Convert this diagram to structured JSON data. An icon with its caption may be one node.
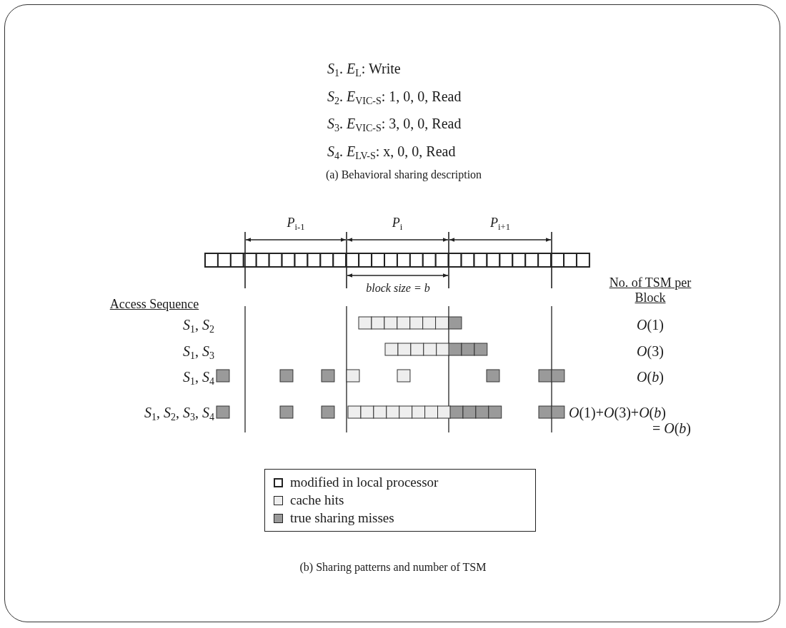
{
  "diagram": {
    "labels": [
      "*S*$_{1}$. *E*$_{L}$: Write",
      "*S*$_{2}$. *E*$_{VIC-S}$: 1, 0, 0, Read",
      "*S*$_{3}$. *E*$_{VIC-S}$: 3, 0, 0, Read",
      "*S*$_{4}$. *E*$_{LV-S}$: x, 0, 0, Read",
      "(a) Behavioral sharing description",
      "*P*$_{i-1}$",
      "*P*$_{i}$",
      "*P*$_{i+1}$",
      "block size = b",
      "No. of TSM per Block",
      "Access Sequence",
      "*S*$_{1}$, *S*$_{2}$",
      "*O*(1)",
      "*S*$_{1}$, *S*$_{3}$",
      "*O*(3)",
      "*S*$_{1}$, *S*$_{4}$",
      "*O*(*b*)",
      "*S*$_{1}$, *S*$_{2}$, *S*$_{3}$, *S*$_{4}$",
      "*O*(1)+*O*(3)+*O*(*b*)",
      "= *O*(*b*)"
    ],
    "caption": "(b) Sharing patterns and number of TSM",
    "legend": [
      {
        "text": "modified in local processor",
        "color": "#ffffff"
      },
      {
        "text": "cache hits",
        "color": "#eeeeee"
      },
      {
        "text": "true sharing misses",
        "color": "#9a9a9a"
      }
    ]
  }
}
